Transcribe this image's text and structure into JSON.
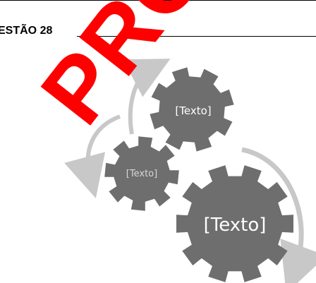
{
  "question": {
    "heading": "ESTÃO 28"
  },
  "diagram": {
    "gears": [
      {
        "label": "[Texto]"
      },
      {
        "label": "[Texto]"
      },
      {
        "label": "[Texto]"
      }
    ],
    "colors": {
      "gear": "#6e6e6e",
      "arrow": "#c8c8c8"
    }
  },
  "watermark": {
    "text": "PROV"
  }
}
